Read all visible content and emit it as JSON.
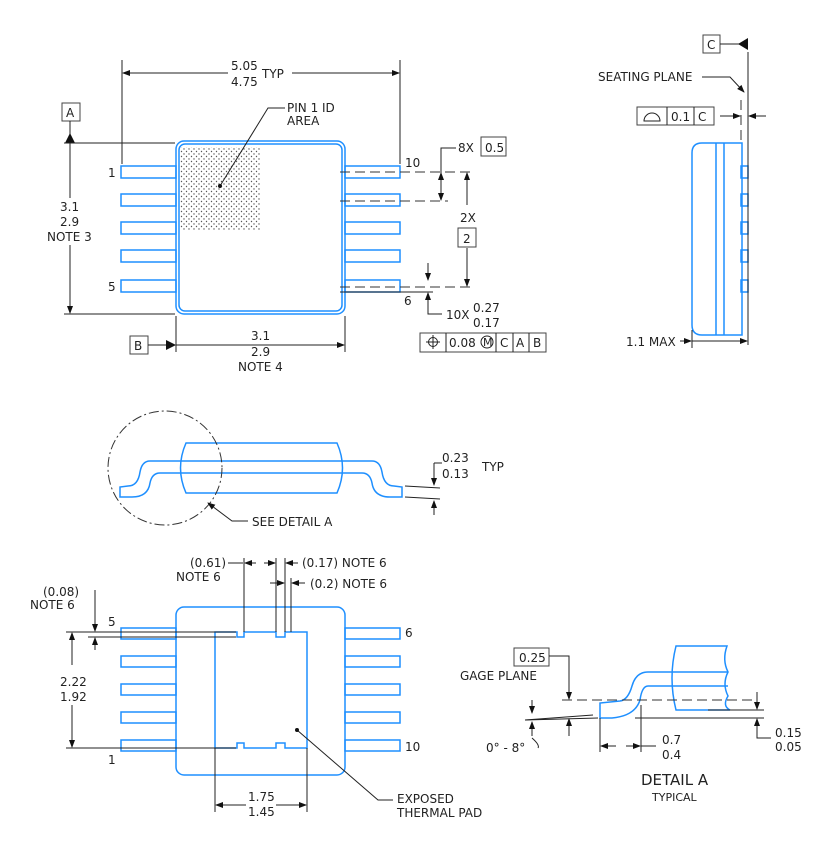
{
  "colors": {
    "outline": "#1e8fff",
    "dimension": "#222222"
  },
  "top_view": {
    "width_max": "5.05",
    "width_min": "4.75",
    "width_typ": "TYP",
    "pin1_id": "PIN 1 ID",
    "pin1_area": "AREA",
    "datum_a": "A",
    "datum_b": "B",
    "length_max": "3.1",
    "length_min": "2.9",
    "length_note": "NOTE 3",
    "body_max": "3.1",
    "body_min": "2.9",
    "body_note": "NOTE 4",
    "pin_1": "1",
    "pin_5": "5",
    "pin_10": "10",
    "pin_6": "6",
    "pitch_count": "8X",
    "pitch": "0.5",
    "span_count": "2X",
    "span": "2",
    "lead_count": "10X",
    "lead_max": "0.27",
    "lead_min": "0.17",
    "fcf": {
      "tol": "0.08",
      "mod": "M",
      "c": "C",
      "a": "A",
      "b": "B"
    }
  },
  "side_view": {
    "datum_c": "C",
    "seating_plane": "SEATING PLANE",
    "flatness": "0.1",
    "flat_ref": "C",
    "height": "1.1 MAX"
  },
  "profile_view": {
    "see_detail": "SEE DETAIL A",
    "thk_max": "0.23",
    "thk_min": "0.13",
    "thk_typ": "TYP"
  },
  "bottom_view": {
    "pin_5": "5",
    "pin_6": "6",
    "pin_1": "1",
    "pin_10": "10",
    "d061": "(0.61)",
    "d061_note": "NOTE 6",
    "d017": "(0.17) NOTE 6",
    "d02": "(0.2) NOTE 6",
    "d008": "(0.08)",
    "d008_note": "NOTE 6",
    "pad_len_max": "2.22",
    "pad_len_min": "1.92",
    "pad_w_max": "1.75",
    "pad_w_min": "1.45",
    "exposed": "EXPOSED",
    "thermal_pad": "THERMAL PAD"
  },
  "detail_a": {
    "gage": "0.25",
    "gage_plane": "GAGE PLANE",
    "angle": "0° - 8°",
    "foot_max": "0.7",
    "foot_min": "0.4",
    "stand_max": "0.15",
    "stand_min": "0.05",
    "title": "DETAIL A",
    "subtitle": "TYPICAL"
  }
}
